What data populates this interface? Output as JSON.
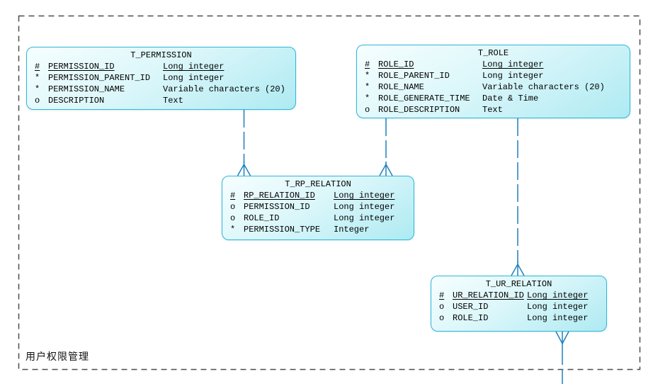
{
  "diagram": {
    "package_label": "用户权限管理",
    "colors": {
      "entity_border": "#2eb6d9",
      "entity_fill_top": "#f6feff",
      "entity_fill_bottom": "#aeeaf2",
      "connector": "#1f7fbe",
      "frame": "#4d4d4d",
      "text": "#000000"
    },
    "entities": [
      {
        "name": "T_PERMISSION",
        "attributes": [
          {
            "sym": "#",
            "name": "PERMISSION_ID",
            "type": "Long integer"
          },
          {
            "sym": "*",
            "name": "PERMISSION_PARENT_ID",
            "type": "Long integer"
          },
          {
            "sym": "*",
            "name": "PERMISSION_NAME",
            "type": "Variable characters (20)"
          },
          {
            "sym": "o",
            "name": "DESCRIPTION",
            "type": "Text"
          }
        ]
      },
      {
        "name": "T_ROLE",
        "attributes": [
          {
            "sym": "#",
            "name": "ROLE_ID",
            "type": "Long integer"
          },
          {
            "sym": "*",
            "name": "ROLE_PARENT_ID",
            "type": "Long integer"
          },
          {
            "sym": "*",
            "name": "ROLE_NAME",
            "type": "Variable characters (20)"
          },
          {
            "sym": "*",
            "name": "ROLE_GENERATE_TIME",
            "type": "Date & Time"
          },
          {
            "sym": "o",
            "name": "ROLE_DESCRIPTION",
            "type": "Text"
          }
        ]
      },
      {
        "name": "T_RP_RELATION",
        "attributes": [
          {
            "sym": "#",
            "name": "RP_RELATION_ID",
            "type": "Long integer"
          },
          {
            "sym": "o",
            "name": "PERMISSION_ID",
            "type": "Long integer"
          },
          {
            "sym": "o",
            "name": "ROLE_ID",
            "type": "Long integer"
          },
          {
            "sym": "*",
            "name": "PERMISSION_TYPE",
            "type": "Integer"
          }
        ]
      },
      {
        "name": "T_UR_RELATION",
        "attributes": [
          {
            "sym": "#",
            "name": "UR_RELATION_ID",
            "type": "Long integer"
          },
          {
            "sym": "o",
            "name": "USER_ID",
            "type": "Long integer"
          },
          {
            "sym": "o",
            "name": "ROLE_ID",
            "type": "Long integer"
          }
        ]
      }
    ],
    "relationships": [
      {
        "from": "T_PERMISSION",
        "to": "T_RP_RELATION",
        "many_end": "T_RP_RELATION",
        "style": "dashed"
      },
      {
        "from": "T_ROLE",
        "to": "T_RP_RELATION",
        "many_end": "T_RP_RELATION",
        "style": "dashed"
      },
      {
        "from": "T_ROLE",
        "to": "T_UR_RELATION",
        "many_end": "T_UR_RELATION",
        "style": "dashed"
      },
      {
        "from": "offscreen-bottom",
        "to": "T_UR_RELATION",
        "many_end": "T_UR_RELATION",
        "style": "dashed"
      }
    ]
  }
}
